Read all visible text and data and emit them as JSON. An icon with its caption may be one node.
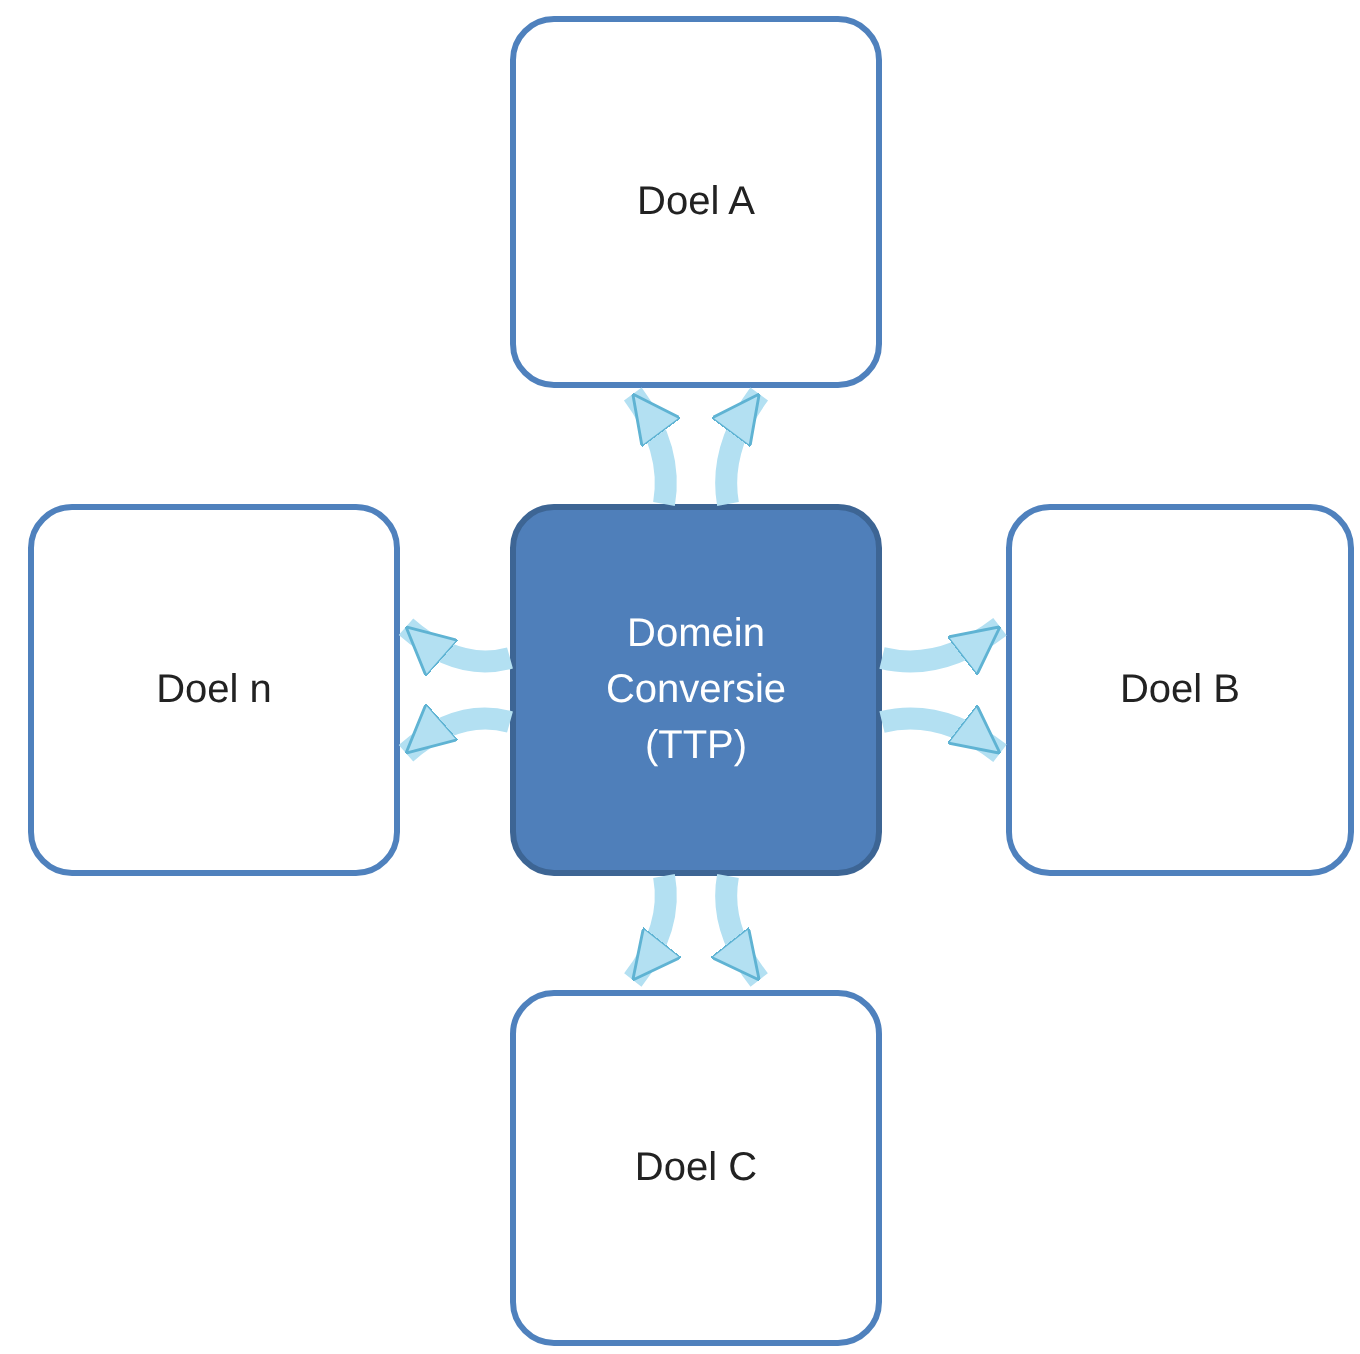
{
  "diagram": {
    "nodes": [
      {
        "text": [
          "Doel A"
        ]
      },
      {
        "text": [
          "Doel n"
        ]
      },
      {
        "text": [
          "Domein Conversie (TTP)"
        ]
      },
      {
        "text": [
          "Doel B"
        ]
      },
      {
        "text": [
          "Doel C"
        ]
      }
    ],
    "edges": [
      {
        "from": 2,
        "to": 0,
        "arrow": "to"
      },
      {
        "from": 2,
        "to": 0,
        "arrow": "to"
      },
      {
        "from": 2,
        "to": 3,
        "arrow": "to"
      },
      {
        "from": 2,
        "to": 3,
        "arrow": "to"
      },
      {
        "from": 2,
        "to": 4,
        "arrow": "to"
      },
      {
        "from": 2,
        "to": 4,
        "arrow": "to"
      },
      {
        "from": 2,
        "to": 1,
        "arrow": "to"
      },
      {
        "from": 2,
        "to": 1,
        "arrow": "to"
      }
    ]
  }
}
